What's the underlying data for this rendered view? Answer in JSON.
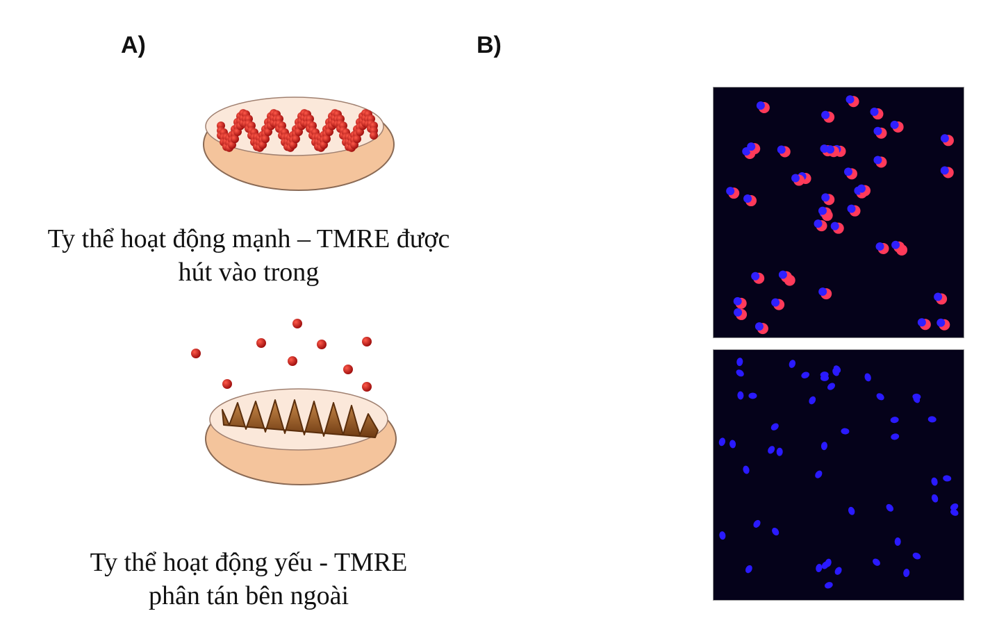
{
  "panel_a": {
    "label": "A)",
    "active_caption": [
      "Ty thể hoạt động mạnh – TMRE được",
      "hút vào trong"
    ],
    "inactive_caption": [
      "Ty thể hoạt động yếu - TMRE",
      "phân tán bên ngoài"
    ]
  },
  "panel_b": {
    "label": "B)"
  },
  "colors": {
    "tmre": "#c0191c",
    "membrane": "#f4c49c",
    "dapi": "#2a1aff",
    "background": "#05021a"
  }
}
